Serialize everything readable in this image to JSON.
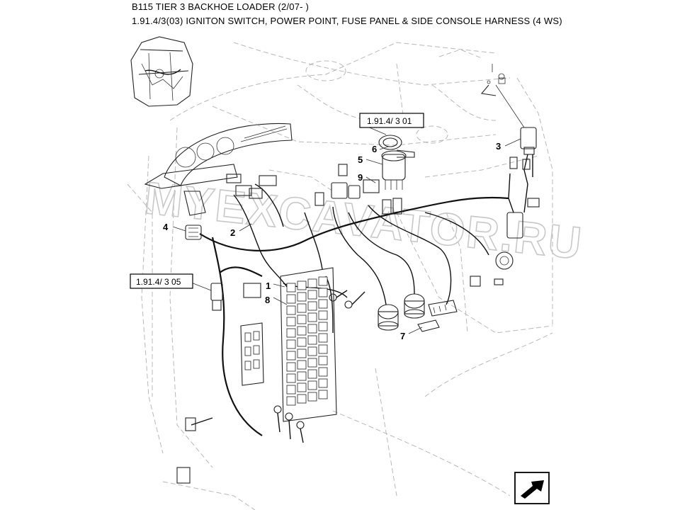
{
  "header": {
    "line1": "B115 TIER 3 BACKHOE LOADER (2/07- )",
    "line2": "1.91.4/3(03) IGNITON SWITCH, POWER POINT, FUSE PANEL & SIDE CONSOLE HARNESS (4 WS)"
  },
  "references": {
    "ref_1": "1.91.4/ 3 01",
    "ref_2": "1.91.4/ 3 05"
  },
  "callouts": {
    "c1": "1",
    "c2": "2",
    "c3": "3",
    "c4": "4",
    "c5": "5",
    "c6": "6",
    "c7": "7",
    "c8": "8",
    "c9": "9"
  },
  "watermark": "MYEXCAVATOR.RU",
  "icons": {
    "cab_thumbnail": "cab-thumbnail-icon",
    "ignition_key_symbol": "key-lock-icon",
    "next_page": "next-page-arrow-icon"
  }
}
